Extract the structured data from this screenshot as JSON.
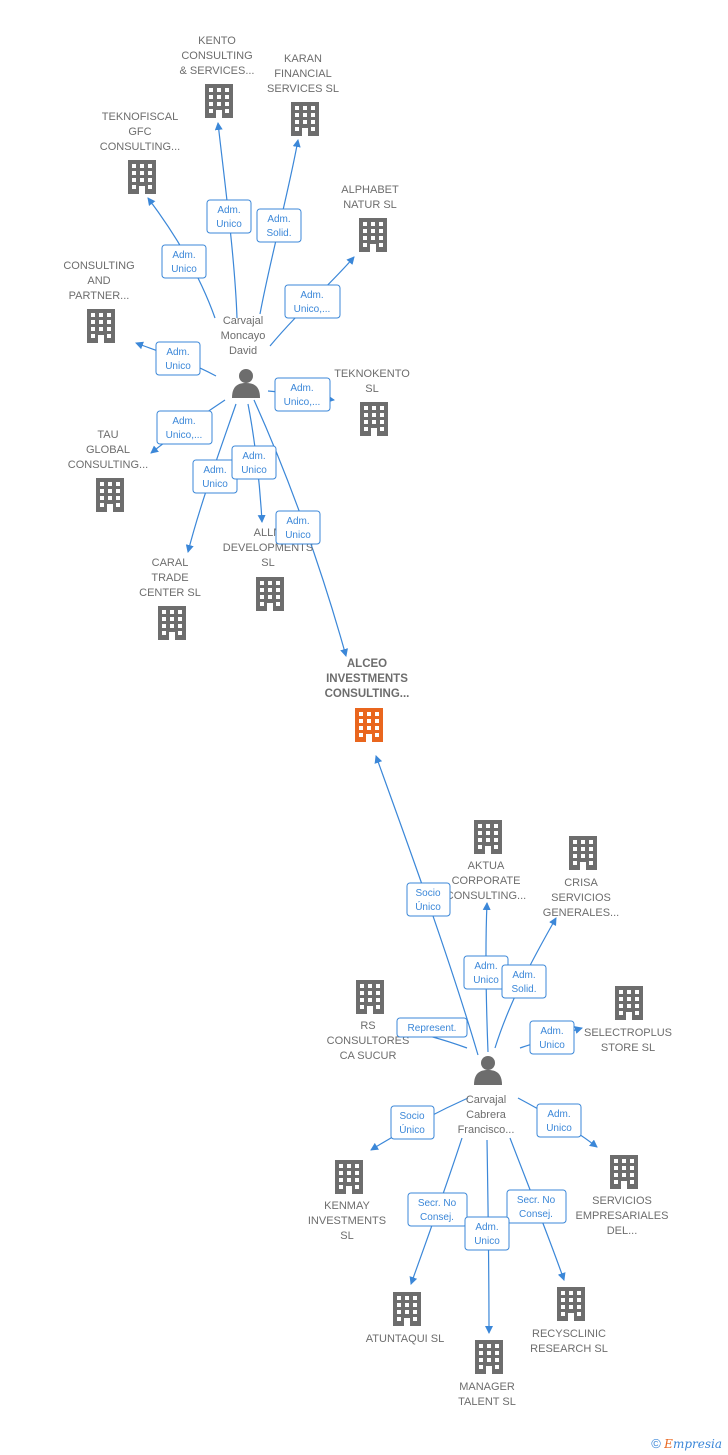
{
  "colors": {
    "edge": "#3b87d8",
    "node": "#6d6d6d",
    "highlight": "#e9661e"
  },
  "nodes": {
    "kento": {
      "lines": [
        "KENTO",
        "CONSULTING",
        "& SERVICES..."
      ],
      "icon": "building-icon"
    },
    "karan": {
      "lines": [
        "KARAN",
        "FINANCIAL",
        "SERVICES  SL"
      ],
      "icon": "building-icon"
    },
    "teknofiscal": {
      "lines": [
        "TEKNOFISCAL",
        "GFC",
        "CONSULTING..."
      ],
      "icon": "building-icon"
    },
    "alphabet": {
      "lines": [
        "ALPHABET",
        "NATUR  SL"
      ],
      "icon": "building-icon"
    },
    "consulting_partner": {
      "lines": [
        "CONSULTING",
        "AND",
        "PARTNER..."
      ],
      "icon": "building-icon"
    },
    "teknokento": {
      "lines": [
        "TEKNOKENTO",
        "SL"
      ],
      "icon": "building-icon"
    },
    "tau": {
      "lines": [
        "TAU",
        "GLOBAL",
        "CONSULTING..."
      ],
      "icon": "building-icon"
    },
    "allm": {
      "lines": [
        "ALLM",
        "DEVELOPMENTS",
        "SL"
      ],
      "icon": "building-icon"
    },
    "caral": {
      "lines": [
        "CARAL",
        "TRADE",
        "CENTER  SL"
      ],
      "icon": "building-icon"
    },
    "alceo": {
      "lines": [
        "ALCEO",
        "INVESTMENTS",
        "CONSULTING..."
      ],
      "icon": "building-icon-highlight"
    },
    "aktua": {
      "lines": [
        "AKTUA",
        "CORPORATE",
        "CONSULTING..."
      ],
      "icon": "building-icon"
    },
    "crisa": {
      "lines": [
        "CRISA",
        "SERVICIOS",
        "GENERALES..."
      ],
      "icon": "building-icon"
    },
    "rs": {
      "lines": [
        "RS",
        "CONSULTORES",
        "CA SUCUR"
      ],
      "icon": "building-icon"
    },
    "selectroplus": {
      "lines": [
        "SELECTROPLUS",
        "STORE  SL"
      ],
      "icon": "building-icon"
    },
    "kenmay": {
      "lines": [
        "KENMAY",
        "INVESTMENTS",
        "SL"
      ],
      "icon": "building-icon"
    },
    "servicios": {
      "lines": [
        "SERVICIOS",
        "EMPRESARIALES",
        "DEL..."
      ],
      "icon": "building-icon"
    },
    "atuntaqui": {
      "lines": [
        "ATUNTAQUI  SL"
      ],
      "icon": "building-icon"
    },
    "recysclinic": {
      "lines": [
        "RECYSCLINIC",
        "RESEARCH  SL"
      ],
      "icon": "building-icon"
    },
    "manager": {
      "lines": [
        "MANAGER",
        "TALENT  SL"
      ],
      "icon": "building-icon"
    },
    "david": {
      "lines": [
        "Carvajal",
        "Moncayo",
        "David"
      ],
      "icon": "person-icon"
    },
    "francisco": {
      "lines": [
        "Carvajal",
        "Cabrera",
        "Francisco..."
      ],
      "icon": "person-icon"
    }
  },
  "edges": {
    "kento": {
      "lines": [
        "Adm.",
        "Unico"
      ]
    },
    "karan": {
      "lines": [
        "Adm.",
        "Solid."
      ]
    },
    "teknofiscal": {
      "lines": [
        "Adm.",
        "Unico"
      ]
    },
    "alphabet": {
      "lines": [
        "Adm.",
        "Unico,..."
      ]
    },
    "consulting_partner": {
      "lines": [
        "Adm.",
        "Unico"
      ]
    },
    "teknokento": {
      "lines": [
        "Adm.",
        "Unico,..."
      ]
    },
    "tau": {
      "lines": [
        "Adm.",
        "Unico,..."
      ]
    },
    "caral": {
      "lines": [
        "Adm.",
        "Unico"
      ]
    },
    "allm": {
      "lines": [
        "Adm.",
        "Unico"
      ]
    },
    "alceo_david": {
      "lines": [
        "Adm.",
        "Unico"
      ]
    },
    "alceo_francisco": {
      "lines": [
        "Socio",
        "Único"
      ]
    },
    "aktua": {
      "lines": [
        "Adm.",
        "Unico"
      ]
    },
    "crisa": {
      "lines": [
        "Adm.",
        "Solid."
      ]
    },
    "rs": {
      "lines": [
        "Represent."
      ]
    },
    "selectroplus": {
      "lines": [
        "Adm.",
        "Unico"
      ]
    },
    "kenmay": {
      "lines": [
        "Socio",
        "Único"
      ]
    },
    "servicios": {
      "lines": [
        "Adm.",
        "Unico"
      ]
    },
    "atuntaqui": {
      "lines": [
        "Secr.  No",
        "Consej."
      ]
    },
    "recysclinic": {
      "lines": [
        "Secr.  No",
        "Consej."
      ]
    },
    "manager": {
      "lines": [
        "Adm.",
        "Unico"
      ]
    }
  },
  "brand": {
    "copyright": "©",
    "initial": "E",
    "rest": "mpresia"
  }
}
